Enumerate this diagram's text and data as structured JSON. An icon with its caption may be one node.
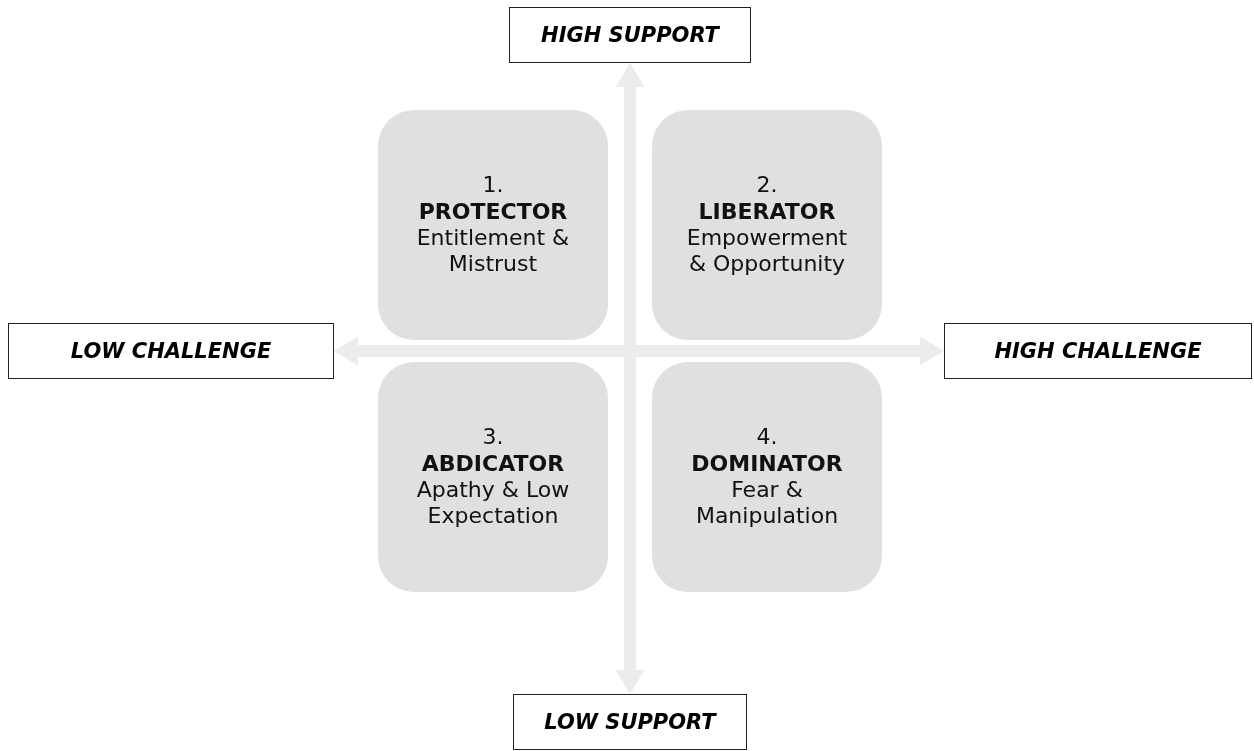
{
  "diagram": {
    "nodes": [
      {
        "text": [
          "HIGH SUPPORT"
        ]
      },
      {
        "text": [
          "1.",
          "PROTECTOR",
          "Entitlement & Mistrust"
        ]
      },
      {
        "text": [
          "2.",
          "LIBERATOR",
          "Empowerment & Opportunity"
        ]
      },
      {
        "text": [
          "LOW CHALLENGE"
        ]
      },
      {
        "text": [
          "HIGH CHALLENGE"
        ]
      },
      {
        "text": [
          "3.",
          "ABDICATOR",
          "Apathy & Low Expectation"
        ]
      },
      {
        "text": [
          "4.",
          "DOMINATOR",
          "Fear & Manipulation"
        ]
      },
      {
        "text": [
          "LOW SUPPORT"
        ]
      }
    ],
    "edges": [
      {
        "from": 0,
        "to": 7,
        "arrow": "both"
      },
      {
        "from": 3,
        "to": 4,
        "arrow": "both"
      }
    ]
  }
}
